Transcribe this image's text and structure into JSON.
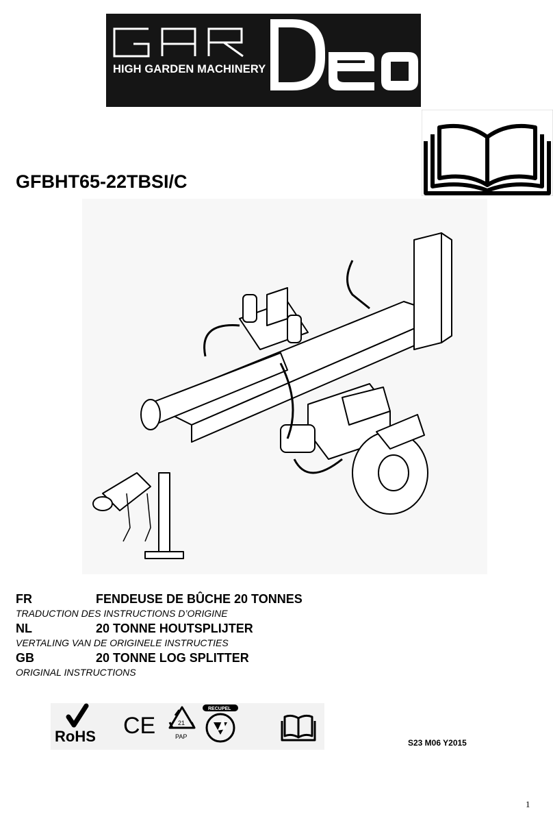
{
  "brand": {
    "logo_text": "GARDEO",
    "tagline": "HIGH GARDEN MACHINERY"
  },
  "model": "GFBHT65-22TBSI/C",
  "languages": [
    {
      "code": "FR",
      "title": "FENDEUSE DE BÛCHE 20 TONNES",
      "subtitle": "TRADUCTION DES INSTRUCTIONS D’ORIGINE"
    },
    {
      "code": "NL",
      "title": "20 TONNE HOUTSPLIJTER",
      "subtitle": "VERTALING VAN DE ORIGINELE INSTRUCTIES"
    },
    {
      "code": "GB",
      "title": "20 TONNE LOG SPLITTER",
      "subtitle": "ORIGINAL INSTRUCTIONS"
    }
  ],
  "certifications": {
    "rohs": "RoHS",
    "ce": "CE",
    "recycle_number": "21",
    "recycle_label": "PAP",
    "recupel": "RECUPEL"
  },
  "doc_code": "S23 M06 Y2015",
  "page_number": "1",
  "icons": [
    "manual-book-icon",
    "log-splitter-illustration",
    "rohs-icon",
    "ce-mark-icon",
    "recycle-icon",
    "recupel-icon",
    "read-manual-icon"
  ]
}
